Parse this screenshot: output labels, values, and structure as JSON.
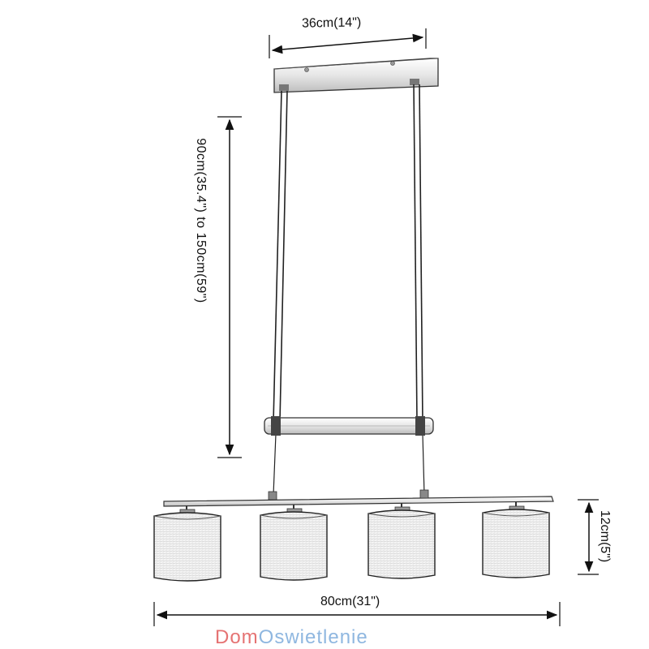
{
  "dimensions": {
    "top_width": "36cm(14\")",
    "height_range": "90cm(35.4\") to 150cm(59\")",
    "shade_height": "12cm(5\")",
    "total_width": "80cm(31\")"
  },
  "brand": {
    "part1": "Dom",
    "part2": "Oswietlenie",
    "color1": "#e57373",
    "color2": "#8fb7e0"
  }
}
